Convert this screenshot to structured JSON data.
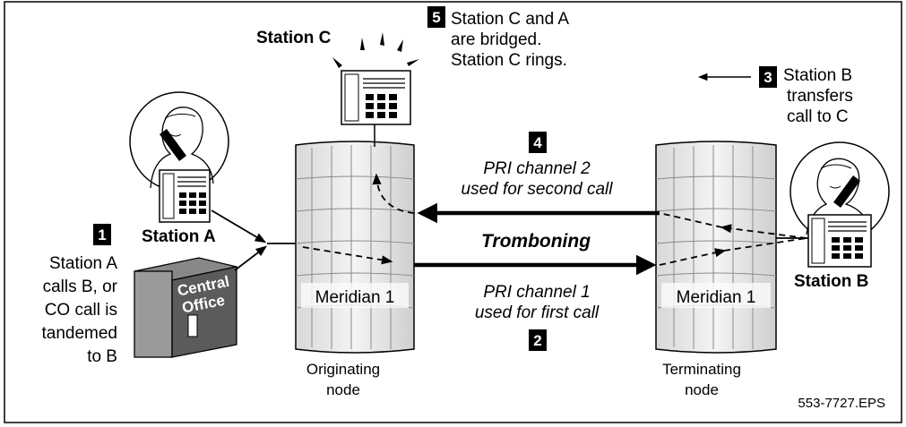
{
  "steps": {
    "s1": {
      "num": "1",
      "lines": [
        "Station A",
        "calls B, or",
        "CO call is",
        "tandemed",
        "to B"
      ]
    },
    "s2": {
      "num": "2"
    },
    "s3": {
      "num": "3",
      "lines": [
        "Station B",
        "transfers",
        "call to C"
      ]
    },
    "s4": {
      "num": "4"
    },
    "s5": {
      "num": "5",
      "lines": [
        "Station C and A",
        "are bridged.",
        "Station C rings."
      ]
    }
  },
  "stations": {
    "a": "Station A",
    "b": "Station B",
    "c": "Station C"
  },
  "central_office": [
    "Central",
    "Office"
  ],
  "nodes": {
    "left": {
      "label": "Meridian 1",
      "caption": [
        "Originating",
        "node"
      ]
    },
    "right": {
      "label": "Meridian 1",
      "caption": [
        "Terminating",
        "node"
      ]
    }
  },
  "channels": {
    "ch2": [
      "PRI channel 2",
      "used for second call"
    ],
    "ch1": [
      "PRI channel 1",
      "used for first call"
    ],
    "tromboning": "Tromboning"
  },
  "figure_id": "553-7727.EPS"
}
